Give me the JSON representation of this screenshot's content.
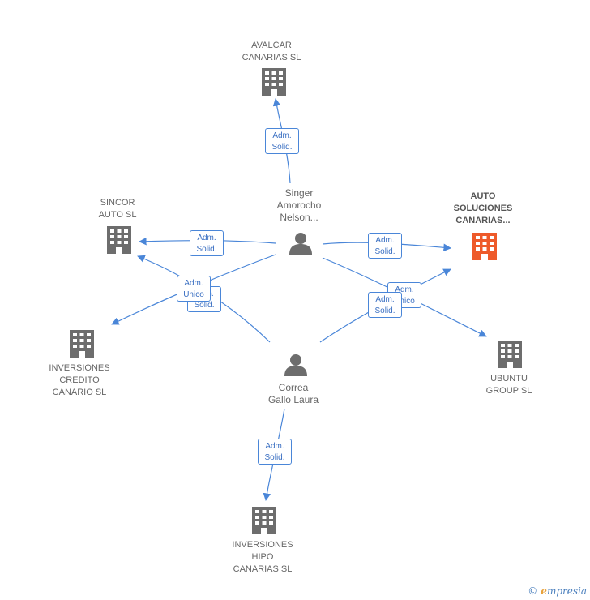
{
  "colors": {
    "edge": "#4a86d8",
    "building": "#6d6d6d",
    "building_highlight": "#ee5a2a",
    "person": "#6d6d6d"
  },
  "nodes": {
    "avalcar": {
      "line1": "AVALCAR",
      "line2": "CANARIAS  SL"
    },
    "sincor": {
      "line1": "SINCOR",
      "line2": "AUTO  SL"
    },
    "auto_soluciones": {
      "line1": "AUTO",
      "line2": "SOLUCIONES",
      "line3": "CANARIAS..."
    },
    "inversiones_credito": {
      "line1": "INVERSIONES",
      "line2": "CREDITO",
      "line3": "CANARIO  SL"
    },
    "ubuntu": {
      "line1": "UBUNTU",
      "line2": "GROUP SL"
    },
    "inversiones_hipo": {
      "line1": "INVERSIONES",
      "line2": "HIPO",
      "line3": "CANARIAS  SL"
    },
    "singer": {
      "line1": "Singer",
      "line2": "Amorocho",
      "line3": "Nelson..."
    },
    "correa": {
      "line1": "Correa",
      "line2": "Gallo Laura"
    }
  },
  "badges": {
    "b1": {
      "line1": "Adm.",
      "line2": "Solid."
    },
    "b2": {
      "line1": "Adm.",
      "line2": "Solid."
    },
    "b3": {
      "line1": "Adm.",
      "line2": "Solid."
    },
    "b4": {
      "line1": "Adm.",
      "line2": "Solid."
    },
    "b5": {
      "line1": "Adm.",
      "line2": "Unico"
    },
    "b6": {
      "line1": "Adm.",
      "line2": "Unico"
    },
    "b7": {
      "line1": "Adm.",
      "line2": "Solid."
    },
    "b8": {
      "line1": "Adm.",
      "line2": "Solid."
    }
  },
  "footer": {
    "copyright": "©",
    "brand_e": "e",
    "brand_rest": "mpresia"
  }
}
